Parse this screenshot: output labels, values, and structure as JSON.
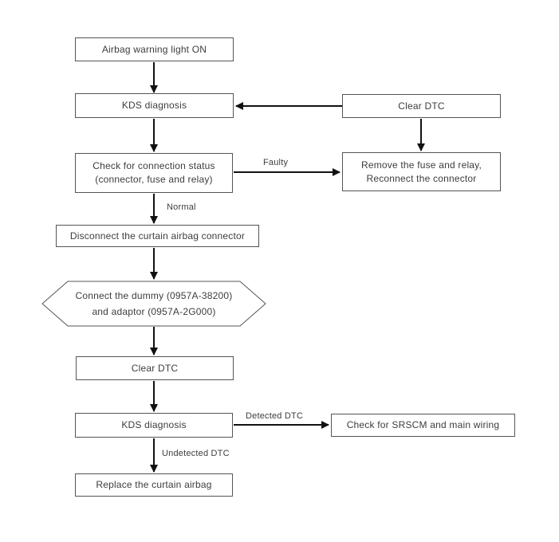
{
  "diagram": {
    "type": "flowchart",
    "colors": {
      "background": "#ffffff",
      "box_border": "#555555",
      "text": "#3d3d3d",
      "arrow": "#111111"
    },
    "nodes": {
      "airbag_warning": {
        "label": "Airbag warning light ON"
      },
      "kds_diagnosis_1": {
        "label": "KDS diagnosis"
      },
      "clear_dtc_1": {
        "label": "Clear DTC"
      },
      "check_connection": {
        "line1": "Check for connection status",
        "line2": "(connector, fuse and relay)"
      },
      "remove_fuse": {
        "line1": "Remove the fuse and relay,",
        "line2": "Reconnect the connector"
      },
      "disconnect_connector": {
        "label": "Disconnect the curtain airbag connector"
      },
      "connect_dummy": {
        "line1": "Connect the dummy (0957A-38200)",
        "line2": "and adaptor (0957A-2G000)"
      },
      "clear_dtc_2": {
        "label": "Clear DTC"
      },
      "kds_diagnosis_2": {
        "label": "KDS diagnosis"
      },
      "check_srscm": {
        "label": "Check for SRSCM and main wiring"
      },
      "replace_airbag": {
        "label": "Replace the curtain airbag"
      }
    },
    "edge_labels": {
      "faulty": "Faulty",
      "normal": "Normal",
      "detected": "Detected DTC",
      "undetected": "Undetected DTC"
    }
  }
}
